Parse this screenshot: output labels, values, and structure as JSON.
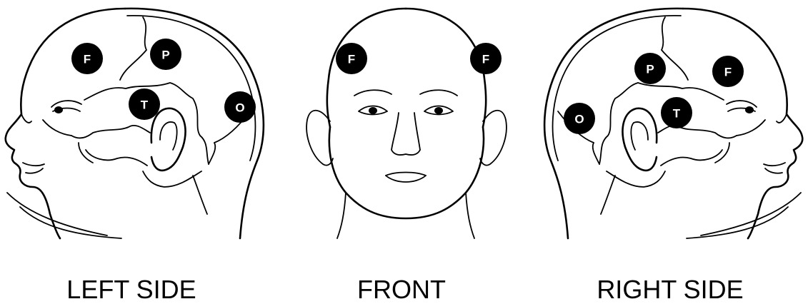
{
  "captions": {
    "left": "LEFT SIDE",
    "front": "FRONT",
    "right": "RIGHT SIDE"
  },
  "markers": {
    "left": {
      "frontal": "F",
      "parietal": "P",
      "temporal": "T",
      "occipital": "O"
    },
    "front": {
      "frontal_right": "F",
      "frontal_left": "F"
    },
    "right": {
      "parietal": "P",
      "frontal": "F",
      "temporal": "T",
      "occipital": "O"
    }
  },
  "colors": {
    "marker_fill": "#000000",
    "marker_text": "#ffffff",
    "line": "#000000",
    "background": "#ffffff"
  }
}
